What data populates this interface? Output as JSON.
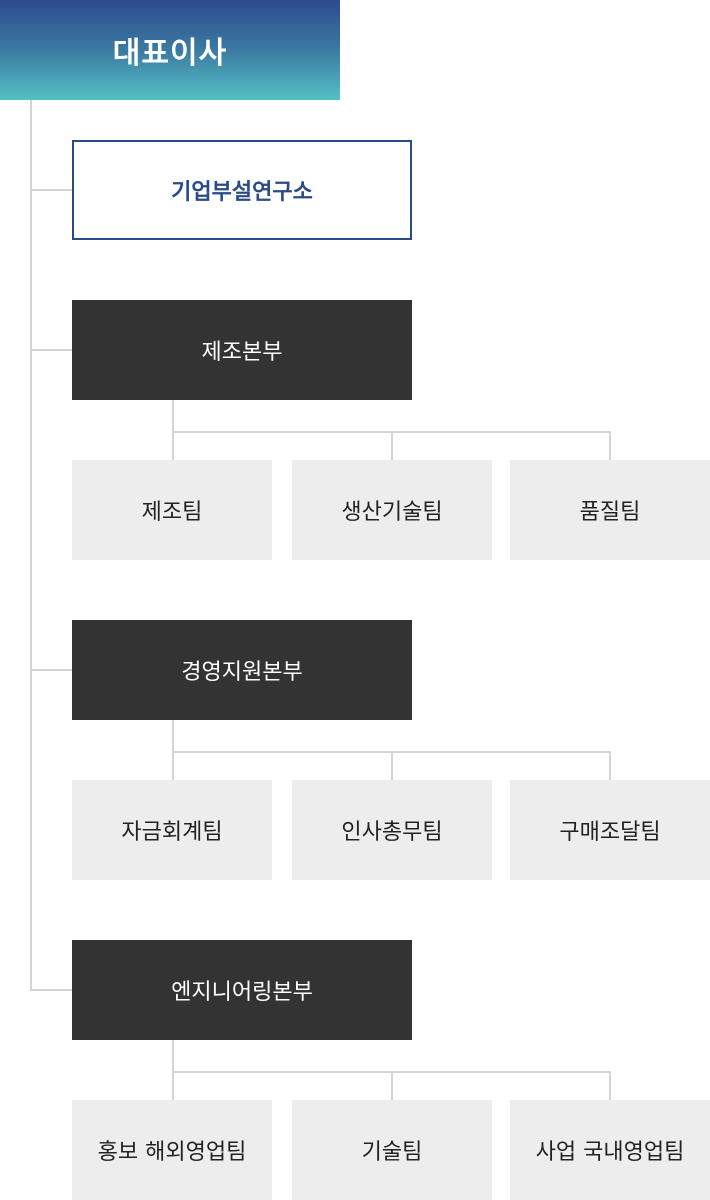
{
  "ceo": {
    "label": "대표이사"
  },
  "research_lab": {
    "label": "기업부설연구소"
  },
  "divisions": [
    {
      "label": "제조본부",
      "teams": [
        "제조팀",
        "생산기술팀",
        "품질팀"
      ]
    },
    {
      "label": "경영지원본부",
      "teams": [
        "자금회계팀",
        "인사총무팀",
        "구매조달팀"
      ]
    },
    {
      "label": "엔지니어링본부",
      "teams": [
        "홍보 해외영업팀",
        "기술팀",
        "사업 국내영업팀"
      ]
    }
  ],
  "colors": {
    "ceo_gradient_top": "#2e4a8e",
    "ceo_gradient_bottom": "#54c0c4",
    "lab_border": "#2a4a8a",
    "division_bg": "#333333",
    "team_bg": "#ededed",
    "connector": "#d4d4d4"
  }
}
